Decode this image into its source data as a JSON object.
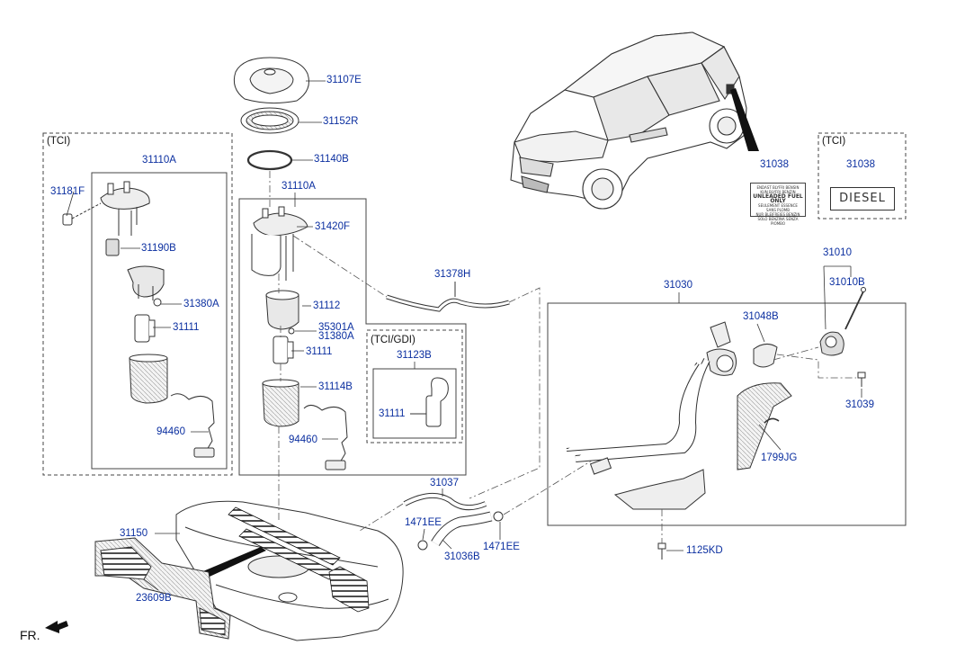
{
  "labels": {
    "p31107E": "31107E",
    "p31152R": "31152R",
    "p31140B": "31140B",
    "p31110A_left": "31110A",
    "p31181F": "31181F",
    "p31190B": "31190B",
    "p31380A_left": "31380A",
    "p31111_left": "31111",
    "p94460_left": "94460",
    "p31110A_mid": "31110A",
    "p31420F": "31420F",
    "p31112": "31112",
    "p35301A": "35301A",
    "p31380A_mid": "31380A",
    "p31111_mid": "31111",
    "p31114B": "31114B",
    "p94460_mid": "94460",
    "p31123B": "31123B",
    "p31111_tcigdi": "31111",
    "p31378H": "31378H",
    "p31030": "31030",
    "p31048B": "31048B",
    "p31010": "31010",
    "p31010B": "31010B",
    "p31039": "31039",
    "p1799JG": "1799JG",
    "p1125KD": "1125KD",
    "p31037": "31037",
    "p1471EE_left": "1471EE",
    "p1471EE_right": "1471EE",
    "p31036B": "31036B",
    "p31150": "31150",
    "p23609B": "23609B",
    "p31038_car": "31038",
    "p31038_tci": "31038"
  },
  "captions": {
    "tci_left": "(TCI)",
    "tci_right": "(TCI)",
    "tci_gdi": "(TCI/GDI)",
    "front_marker": "FR."
  },
  "decal_text": {
    "diesel": "DIESEL",
    "fuel_decal_lines": [
      "ENDAST BLYFRI BENSIN",
      "KUN BLYFRI BENZIN",
      "UNLEADED FUEL ONLY",
      "SEULEMENT ESSENCE",
      "SANS PLOMB",
      "NUR BLEIFREIES BENZIN",
      "SOLO BENZINA SENZA PIOMBO"
    ]
  },
  "colors": {
    "label": "#0b2fa0",
    "line": "#222222",
    "dash": "#555555"
  }
}
